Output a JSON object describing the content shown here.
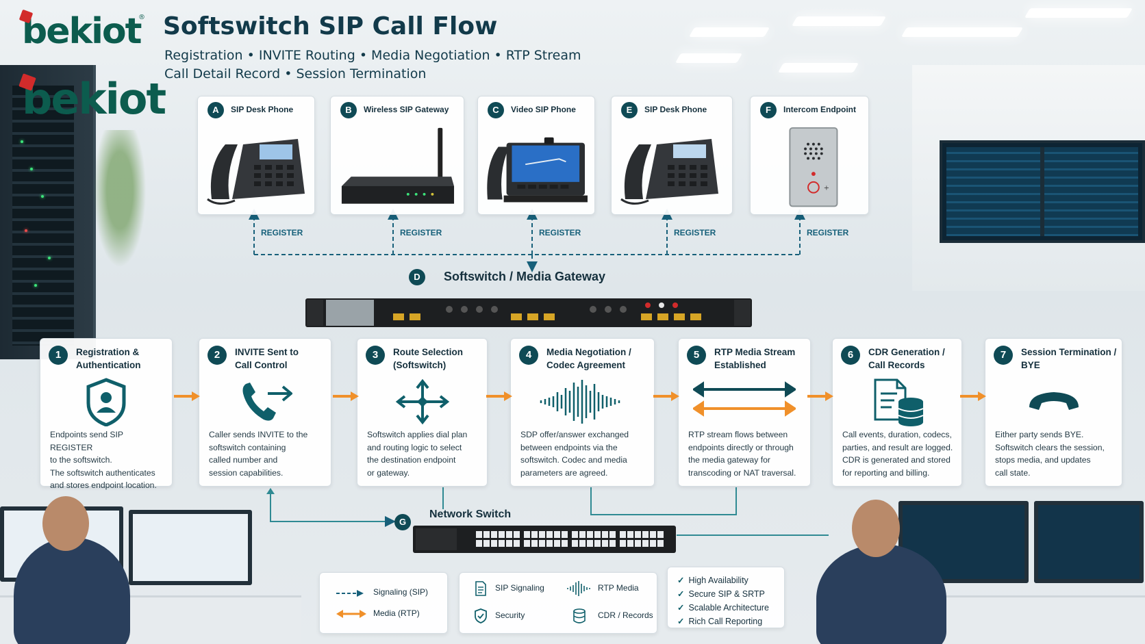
{
  "brand": {
    "logo_text": "bekiot",
    "registered": "®"
  },
  "header": {
    "title": "Softswitch SIP Call Flow",
    "subtitle_line1": "Registration • INVITE Routing • Media Negotiation • RTP Stream",
    "subtitle_line2": "Call Detail Record • Session Termination"
  },
  "devices": [
    {
      "letter": "A",
      "label": "SIP Desk Phone",
      "register": "REGISTER"
    },
    {
      "letter": "B",
      "label": "Wireless SIP Gateway",
      "register": "REGISTER"
    },
    {
      "letter": "C",
      "label": "Video SIP Phone",
      "register": "REGISTER"
    },
    {
      "letter": "E",
      "label": "SIP Desk Phone",
      "register": "REGISTER"
    },
    {
      "letter": "F",
      "label": "Intercom Endpoint",
      "register": "REGISTER"
    }
  ],
  "gateway": {
    "letter": "D",
    "label": "Softswitch / Media Gateway"
  },
  "steps": [
    {
      "num": "1",
      "title_l1": "Registration &",
      "title_l2": "Authentication",
      "desc": [
        "Endpoints send SIP REGISTER",
        "to the softswitch.",
        "The softswitch authenticates",
        "and stores endpoint location."
      ]
    },
    {
      "num": "2",
      "title_l1": "INVITE Sent to",
      "title_l2": "Call Control",
      "desc": [
        "Caller sends INVITE to the",
        "softswitch containing",
        "called number and",
        "session capabilities."
      ]
    },
    {
      "num": "3",
      "title_l1": "Route Selection",
      "title_l2": "(Softswitch)",
      "desc": [
        "Softswitch applies dial plan",
        "and routing logic to select",
        "the destination endpoint",
        "or gateway."
      ]
    },
    {
      "num": "4",
      "title_l1": "Media Negotiation /",
      "title_l2": "Codec Agreement",
      "desc": [
        "SDP offer/answer exchanged",
        "between endpoints via the",
        "softswitch. Codec and media",
        "parameters are agreed."
      ]
    },
    {
      "num": "5",
      "title_l1": "RTP Media Stream",
      "title_l2": "Established",
      "desc": [
        "RTP stream flows between",
        "endpoints directly or through",
        "the media gateway for",
        "transcoding or NAT traversal."
      ]
    },
    {
      "num": "6",
      "title_l1": "CDR Generation /",
      "title_l2": "Call Records",
      "desc": [
        "Call events, duration, codecs,",
        "parties, and result are logged.",
        "CDR is generated and stored",
        "for reporting and billing."
      ]
    },
    {
      "num": "7",
      "title_l1": "Session Termination /",
      "title_l2": "BYE",
      "desc": [
        "Either party sends BYE.",
        "Softswitch clears the session,",
        "stops media, and updates",
        "call state."
      ]
    }
  ],
  "network_switch": {
    "letter": "G",
    "label": "Network Switch"
  },
  "legend": {
    "signaling": "Signaling (SIP)",
    "media": "Media (RTP)",
    "sip_signaling": "SIP Signaling",
    "rtp_media": "RTP Media",
    "security": "Security",
    "cdr_records": "CDR / Records"
  },
  "features": [
    "High Availability",
    "Secure SIP & SRTP",
    "Scalable Architecture",
    "Rich Call Reporting"
  ],
  "colors": {
    "teal": "#0f4a55",
    "signal": "#17607a",
    "media": "#f0902a",
    "brand": "#0c5c4e",
    "accent_red": "#d22b2b"
  }
}
